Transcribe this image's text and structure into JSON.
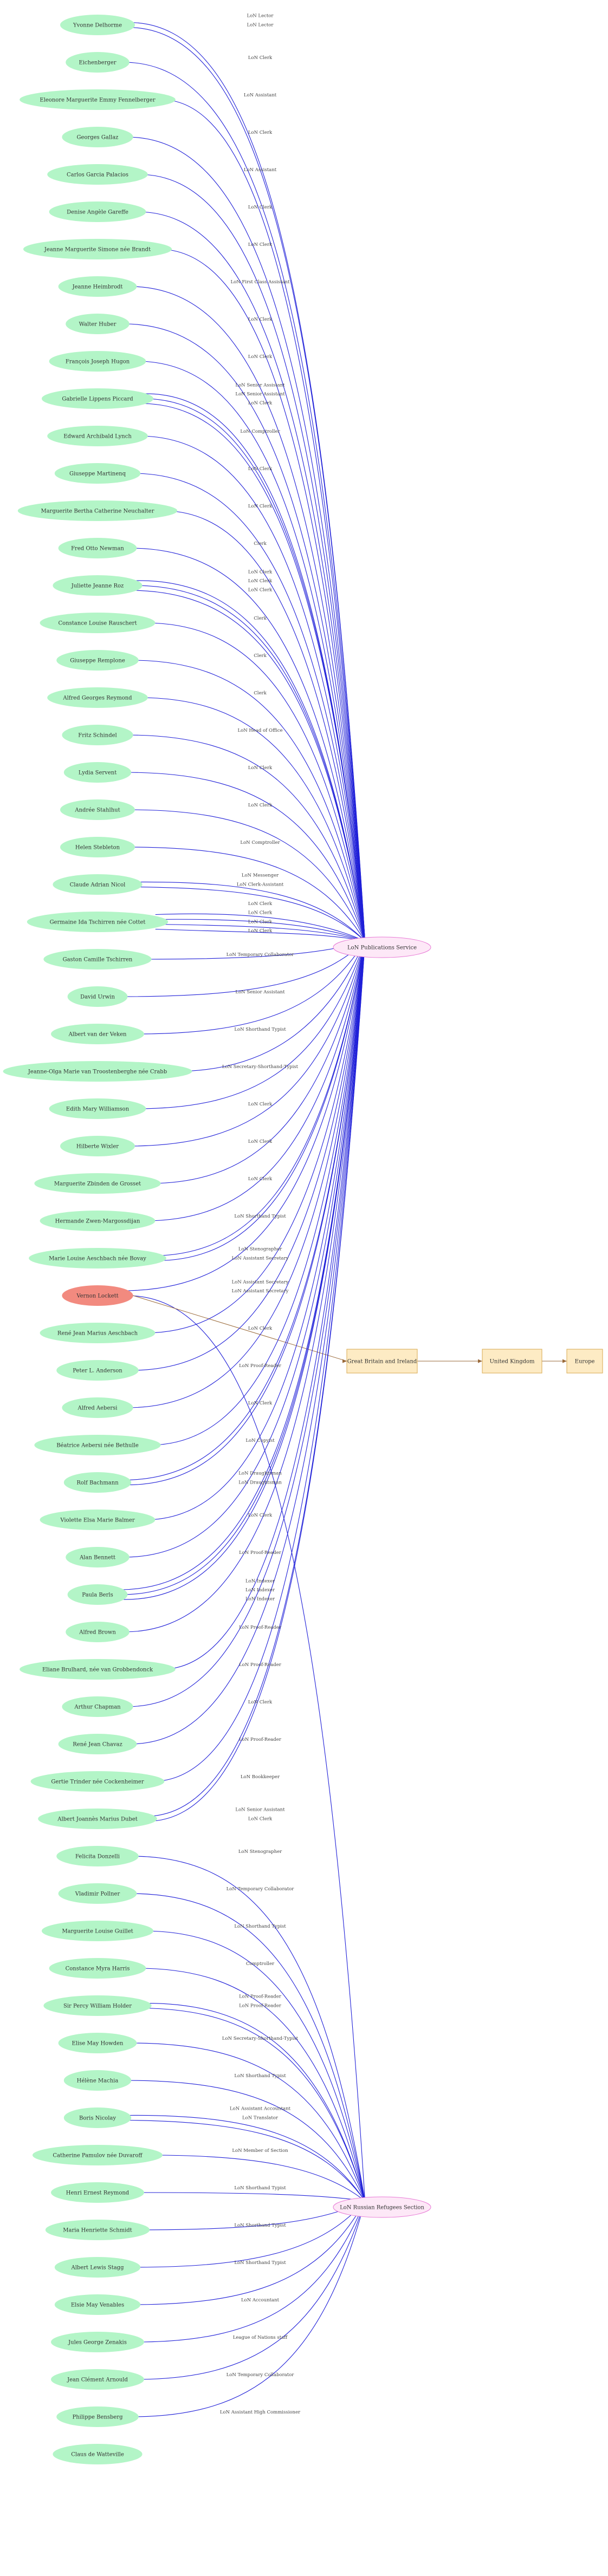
{
  "colors": {
    "person_fill": "#b3f5c7",
    "person_highlight_fill": "#f28a7f",
    "service_fill": "#fde8f7",
    "service_stroke": "#e87ad6",
    "place_fill": "#fdebc4",
    "place_stroke": "#d8a94f",
    "edge_color": "#2020d8",
    "place_edge_color": "#9a6a3a",
    "label_color": "#444444"
  },
  "services": [
    {
      "id": "pub",
      "label": "LoN Publications Service"
    },
    {
      "id": "ref",
      "label": "LoN Russian Refugees Section"
    }
  ],
  "places": [
    {
      "id": "gb",
      "label": "Great Britain and Ireland"
    },
    {
      "id": "uk",
      "label": "United Kingdom"
    },
    {
      "id": "eu",
      "label": "Europe"
    }
  ],
  "people": [
    {
      "name": "Yvonne Delhorme",
      "highlight": false,
      "edges": [
        {
          "to": "pub",
          "label": "LoN Lector"
        },
        {
          "to": "pub",
          "label": "LoN Lector"
        }
      ]
    },
    {
      "name": "Eichenberger",
      "highlight": false,
      "edges": [
        {
          "to": "pub",
          "label": "LoN Clerk"
        }
      ]
    },
    {
      "name": "Eleonore Marguerite Emmy Fennelberger",
      "highlight": false,
      "edges": [
        {
          "to": "pub",
          "label": "LoN Assistant"
        }
      ]
    },
    {
      "name": "Georges Gallaz",
      "highlight": false,
      "edges": [
        {
          "to": "pub",
          "label": "LoN Clerk"
        }
      ]
    },
    {
      "name": "Carlos Garcia Palacios",
      "highlight": false,
      "edges": [
        {
          "to": "pub",
          "label": "LoN Assistant"
        }
      ]
    },
    {
      "name": "Denise Angèle Gareffe",
      "highlight": false,
      "edges": [
        {
          "to": "pub",
          "label": "LoN Clerk"
        }
      ]
    },
    {
      "name": "Jeanne Marguerite Simone née Brandt",
      "highlight": false,
      "edges": [
        {
          "to": "pub",
          "label": "LoN Clerk"
        }
      ]
    },
    {
      "name": "Jeanne Heimbrodt",
      "highlight": false,
      "edges": [
        {
          "to": "pub",
          "label": "LoN First Class Assistant"
        }
      ]
    },
    {
      "name": "Walter Huber",
      "highlight": false,
      "edges": [
        {
          "to": "pub",
          "label": "LoN Clerk"
        }
      ]
    },
    {
      "name": "François Joseph Hugon",
      "highlight": false,
      "edges": [
        {
          "to": "pub",
          "label": "LoN Clerk"
        }
      ]
    },
    {
      "name": "Gabrielle Lippens Piccard",
      "highlight": false,
      "edges": [
        {
          "to": "pub",
          "label": "LoN Senior Assistant"
        },
        {
          "to": "pub",
          "label": "LoN Senior Assistant"
        },
        {
          "to": "pub",
          "label": "LoN Clerk"
        }
      ]
    },
    {
      "name": "Edward Archibald Lynch",
      "highlight": false,
      "edges": [
        {
          "to": "pub",
          "label": "LoN Comptroller"
        }
      ]
    },
    {
      "name": "Giuseppe Martinenq",
      "highlight": false,
      "edges": [
        {
          "to": "pub",
          "label": "LoN Clerk"
        }
      ]
    },
    {
      "name": "Marguerite Bertha Catherine Neuchalter",
      "highlight": false,
      "edges": [
        {
          "to": "pub",
          "label": "LoN Clerk"
        }
      ]
    },
    {
      "name": "Fred Otto Newman",
      "highlight": false,
      "edges": [
        {
          "to": "pub",
          "label": "Clerk"
        }
      ]
    },
    {
      "name": "Juliette Jeanne Roz",
      "highlight": false,
      "edges": [
        {
          "to": "pub",
          "label": "LoN Clerk"
        },
        {
          "to": "pub",
          "label": "LoN Clerk"
        },
        {
          "to": "pub",
          "label": "LoN Clerk"
        }
      ]
    },
    {
      "name": "Constance Louise Rauschert",
      "highlight": false,
      "edges": [
        {
          "to": "pub",
          "label": "Clerk"
        }
      ]
    },
    {
      "name": "Giuseppe Remplone",
      "highlight": false,
      "edges": [
        {
          "to": "pub",
          "label": "Clerk"
        }
      ]
    },
    {
      "name": "Alfred Georges Reymond",
      "highlight": false,
      "edges": [
        {
          "to": "pub",
          "label": "Clerk"
        }
      ]
    },
    {
      "name": "Fritz Schindel",
      "highlight": false,
      "edges": [
        {
          "to": "pub",
          "label": "LoN Head of Office"
        }
      ]
    },
    {
      "name": "Lydia Servent",
      "highlight": false,
      "edges": [
        {
          "to": "pub",
          "label": "LoN Clerk"
        }
      ]
    },
    {
      "name": "Andrée Stahlhut",
      "highlight": false,
      "edges": [
        {
          "to": "pub",
          "label": "LoN Clerk"
        }
      ]
    },
    {
      "name": "Helen Stebleton",
      "highlight": false,
      "edges": [
        {
          "to": "pub",
          "label": "LoN Comptroller"
        }
      ]
    },
    {
      "name": "Claude Adrian Nicol",
      "highlight": false,
      "edges": [
        {
          "to": "pub",
          "label": "LoN Messenger"
        },
        {
          "to": "pub",
          "label": "LoN Clerk-Assistant"
        }
      ]
    },
    {
      "name": "Germaine Ida Tschirren née Cottet",
      "highlight": false,
      "edges": [
        {
          "to": "pub",
          "label": "LoN Clerk"
        },
        {
          "to": "pub",
          "label": "LoN Clerk"
        },
        {
          "to": "pub",
          "label": "LoN Clerk"
        },
        {
          "to": "pub",
          "label": "LoN Clerk"
        }
      ]
    },
    {
      "name": "Gaston Camille Tschirren",
      "highlight": false,
      "edges": [
        {
          "to": "pub",
          "label": "LoN Temporary Collaborator"
        }
      ]
    },
    {
      "name": "David Urwin",
      "highlight": false,
      "edges": [
        {
          "to": "pub",
          "label": "LoN Senior Assistant"
        }
      ]
    },
    {
      "name": "Albert van der Veken",
      "highlight": false,
      "edges": [
        {
          "to": "pub",
          "label": "LoN Shorthand Typist"
        }
      ]
    },
    {
      "name": "Jeanne-Olga Marie van Troostenberghe née Crabb",
      "highlight": false,
      "edges": [
        {
          "to": "pub",
          "label": "LoN Secretary-Shorthand-Typist"
        }
      ]
    },
    {
      "name": "Edith Mary Williamson",
      "highlight": false,
      "edges": [
        {
          "to": "pub",
          "label": "LoN Clerk"
        }
      ]
    },
    {
      "name": "Hilberte Wixler",
      "highlight": false,
      "edges": [
        {
          "to": "pub",
          "label": "LoN Clerk"
        }
      ]
    },
    {
      "name": "Marguerite Zbinden de Grosset",
      "highlight": false,
      "edges": [
        {
          "to": "pub",
          "label": "LoN Clerk"
        }
      ]
    },
    {
      "name": "Hermande Zwen-Margossdijan",
      "highlight": false,
      "edges": [
        {
          "to": "pub",
          "label": "LoN Shorthand Typist"
        }
      ]
    },
    {
      "name": "Marie Louise Aeschbach née Bovay",
      "highlight": false,
      "edges": [
        {
          "to": "pub",
          "label": "LoN Stenographer"
        },
        {
          "to": "pub",
          "label": "LoN Assistant Secretary"
        }
      ]
    },
    {
      "name": "Vernon Lockett",
      "highlight": true,
      "edges": [
        {
          "to": "pub",
          "label": "LoN Assistant Secretary"
        },
        {
          "to": "ref",
          "label": "LoN Assistant Secretary"
        },
        {
          "to": "gb",
          "label": ""
        }
      ]
    },
    {
      "name": "René Jean Marius Aeschbach",
      "highlight": false,
      "edges": [
        {
          "to": "pub",
          "label": "LoN Clerk"
        }
      ]
    },
    {
      "name": "Peter L. Anderson",
      "highlight": false,
      "edges": [
        {
          "to": "pub",
          "label": "LoN Proof-Reader"
        }
      ]
    },
    {
      "name": "Alfred Aebersi",
      "highlight": false,
      "edges": [
        {
          "to": "pub",
          "label": "LoN Clerk"
        }
      ]
    },
    {
      "name": "Béatrice Aebersi née Bethulle",
      "highlight": false,
      "edges": [
        {
          "to": "pub",
          "label": "LoN Copyist"
        }
      ]
    },
    {
      "name": "Rolf Bachmann",
      "highlight": false,
      "edges": [
        {
          "to": "pub",
          "label": "LoN Draughtsman"
        },
        {
          "to": "pub",
          "label": "LoN Draughtsman"
        }
      ]
    },
    {
      "name": "Violette Elsa Marie Balmer",
      "highlight": false,
      "edges": [
        {
          "to": "pub",
          "label": "LoN Clerk"
        }
      ]
    },
    {
      "name": "Alan Bennett",
      "highlight": false,
      "edges": [
        {
          "to": "pub",
          "label": "LoN Proof-Reader"
        }
      ]
    },
    {
      "name": "Paula Berls",
      "highlight": false,
      "edges": [
        {
          "to": "pub",
          "label": "LoN Indexer"
        },
        {
          "to": "pub",
          "label": "LoN Indexer"
        },
        {
          "to": "pub",
          "label": "LoN Indexer"
        }
      ]
    },
    {
      "name": "Alfred Brown",
      "highlight": false,
      "edges": [
        {
          "to": "pub",
          "label": "LoN Proof-Reader"
        }
      ]
    },
    {
      "name": "Eliane Brulhard, née van Grobbendonck",
      "highlight": false,
      "edges": [
        {
          "to": "pub",
          "label": "LoN Proof-Reader"
        }
      ]
    },
    {
      "name": "Arthur Chapman",
      "highlight": false,
      "edges": [
        {
          "to": "pub",
          "label": "LoN Clerk"
        }
      ]
    },
    {
      "name": "René Jean Chavaz",
      "highlight": false,
      "edges": [
        {
          "to": "pub",
          "label": "LoN Proof-Reader"
        }
      ]
    },
    {
      "name": "Gertie Trinder née Cockenheimer",
      "highlight": false,
      "edges": [
        {
          "to": "pub",
          "label": "LoN Bookkeeper"
        }
      ]
    },
    {
      "name": "Albert Joannès Marius Dubet",
      "highlight": false,
      "edges": [
        {
          "to": "pub",
          "label": "LoN Senior Assistant"
        },
        {
          "to": "pub",
          "label": "LoN Clerk"
        }
      ]
    },
    {
      "name": "Felicita Donzelli",
      "highlight": false,
      "edges": [
        {
          "to": "ref",
          "label": "LoN Stenographer"
        }
      ]
    },
    {
      "name": "Vladimir Pollner",
      "highlight": false,
      "edges": [
        {
          "to": "ref",
          "label": "LoN Temporary Collaborator"
        }
      ]
    },
    {
      "name": "Marguerite Louise Guillet",
      "highlight": false,
      "edges": [
        {
          "to": "ref",
          "label": "LoN Shorthand Typist"
        }
      ]
    },
    {
      "name": "Constance Myra Harris",
      "highlight": false,
      "edges": [
        {
          "to": "ref",
          "label": "Comptroller"
        }
      ]
    },
    {
      "name": "Sir Percy William Holder",
      "highlight": false,
      "edges": [
        {
          "to": "ref",
          "label": "LoN Proof-Reader"
        },
        {
          "to": "ref",
          "label": "LoN Proof-Reader"
        }
      ]
    },
    {
      "name": "Elise May Howden",
      "highlight": false,
      "edges": [
        {
          "to": "ref",
          "label": "LoN Secretary-Shorthand-Typist"
        }
      ]
    },
    {
      "name": "Hélène Machia",
      "highlight": false,
      "edges": [
        {
          "to": "ref",
          "label": "LoN Shorthand Typist"
        }
      ]
    },
    {
      "name": "Boris Nicolay",
      "highlight": false,
      "edges": [
        {
          "to": "ref",
          "label": "LoN Assistant Accountant"
        },
        {
          "to": "ref",
          "label": "LoN Translator"
        }
      ]
    },
    {
      "name": "Catherine Pamulov née Duvaroff",
      "highlight": false,
      "edges": [
        {
          "to": "ref",
          "label": "LoN Member of Section"
        }
      ]
    },
    {
      "name": "Henri Ernest Reymond",
      "highlight": false,
      "edges": [
        {
          "to": "ref",
          "label": "LoN Shorthand Typist"
        }
      ]
    },
    {
      "name": "Maria Henriette Schmidt",
      "highlight": false,
      "edges": [
        {
          "to": "ref",
          "label": "LoN Shorthand Typist"
        }
      ]
    },
    {
      "name": "Albert Lewis Stagg",
      "highlight": false,
      "edges": [
        {
          "to": "ref",
          "label": "LoN Shorthand Typist"
        }
      ]
    },
    {
      "name": "Elsie May Venables",
      "highlight": false,
      "edges": [
        {
          "to": "ref",
          "label": "LoN Accountant"
        }
      ]
    },
    {
      "name": "Jules George Zenakis",
      "highlight": false,
      "edges": [
        {
          "to": "ref",
          "label": "League of Nations staff"
        }
      ]
    },
    {
      "name": "Jean Clément Arnould",
      "highlight": false,
      "edges": [
        {
          "to": "ref",
          "label": "LoN Temporary Collaborator"
        }
      ]
    },
    {
      "name": "Philippe Bensberg",
      "highlight": false,
      "edges": [
        {
          "to": "ref",
          "label": "LoN Assistant High Commissioner"
        }
      ]
    },
    {
      "name": "Claus de Watteville",
      "highlight": false,
      "edges": []
    }
  ]
}
